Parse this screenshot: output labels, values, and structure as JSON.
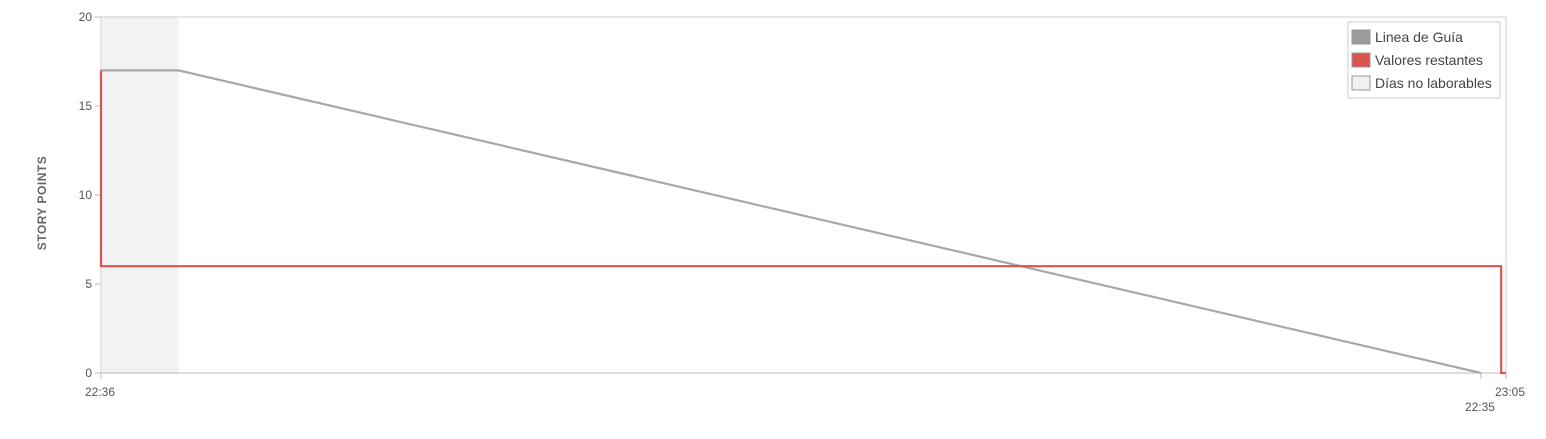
{
  "chart_data": {
    "type": "line",
    "title": "",
    "ylabel": "STORY POINTS",
    "xlabel": "",
    "ylim": [
      0,
      20
    ],
    "y_ticks": [
      "0",
      "5",
      "10",
      "15",
      "20"
    ],
    "x_ticks": [
      {
        "label": "22:36",
        "t": 0
      },
      {
        "label": "22:35",
        "t": 1709
      },
      {
        "label": "23:05",
        "t": 1740
      }
    ],
    "xlim_seconds": [
      0,
      1740
    ],
    "non_working_days": [
      {
        "from": 0,
        "to": 96
      }
    ],
    "series": [
      {
        "name": "Linea de Guía",
        "color": "#a8a8a8",
        "points": [
          [
            0,
            17
          ],
          [
            96,
            17
          ],
          [
            1709,
            0
          ]
        ]
      },
      {
        "name": "Valores restantes",
        "color": "#d9534f",
        "points": [
          [
            0,
            17
          ],
          [
            0,
            6
          ],
          [
            1734,
            6
          ],
          [
            1734,
            0
          ],
          [
            1740,
            0
          ]
        ]
      }
    ],
    "grid": false,
    "legend": {
      "placement": "top-right",
      "entries": [
        {
          "label": "Linea de Guía",
          "color": "#9b9b9b"
        },
        {
          "label": "Valores restantes",
          "color": "#d9534f"
        },
        {
          "label": "Días no laborables",
          "color": "#f0f0f0"
        }
      ]
    }
  }
}
